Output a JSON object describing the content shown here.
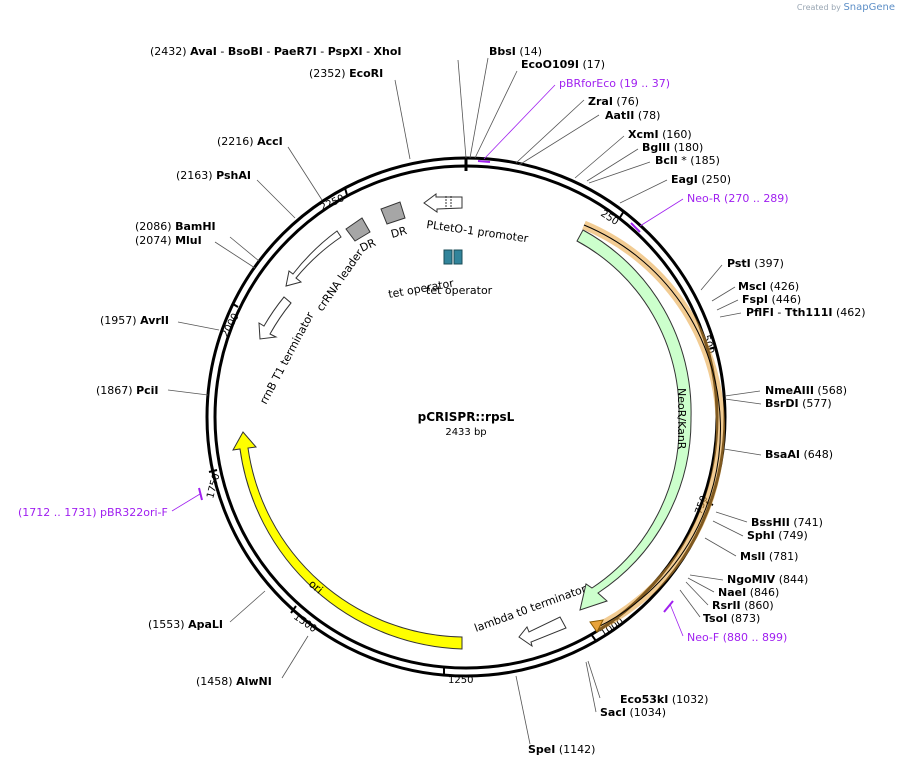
{
  "credit": {
    "prefix": "Created by",
    "brand": "SnapGene"
  },
  "plasmid": {
    "name": "pCRISPR::rpsL",
    "length_label": "2433 bp",
    "length": 2433
  },
  "ticks": [
    "250",
    "500",
    "750",
    "1000",
    "1250",
    "1500",
    "1750",
    "2000",
    "2250"
  ],
  "enzymes": [
    {
      "id": "e1",
      "text": "(2432)  AvaI   - BsoBI   - PaeR7I   - PspXI   - XhoI"
    },
    {
      "id": "e2",
      "text": "(2352)  EcoRI"
    },
    {
      "id": "e3",
      "text": "(2216)  AccI"
    },
    {
      "id": "e4",
      "text": "(2163)  PshAI"
    },
    {
      "id": "e5",
      "text": "(2086)  BamHI"
    },
    {
      "id": "e6",
      "text": "(2074)  MluI"
    },
    {
      "id": "e7",
      "text": "(1957)  AvrII"
    },
    {
      "id": "e8",
      "text": "(1867)  PciI"
    },
    {
      "id": "e9",
      "text": "(1553)  ApaLI"
    },
    {
      "id": "e10",
      "text": "(1458)  AlwNI"
    },
    {
      "id": "e11",
      "text": "BbsI   (14)"
    },
    {
      "id": "e12",
      "text": "EcoO109I   (17)"
    },
    {
      "id": "e13",
      "text": "ZraI   (76)"
    },
    {
      "id": "e14",
      "text": "AatII   (78)"
    },
    {
      "id": "e15",
      "text": "XcmI   (160)"
    },
    {
      "id": "e16",
      "text": "BglII   (180)"
    },
    {
      "id": "e17",
      "text": "BclI *   (185)"
    },
    {
      "id": "e18",
      "text": "EagI   (250)"
    },
    {
      "id": "e19",
      "text": "PstI   (397)"
    },
    {
      "id": "e20",
      "text": "MscI   (426)"
    },
    {
      "id": "e21",
      "text": "FspI   (446)"
    },
    {
      "id": "e22",
      "text": "PflFI   - Tth111I   (462)"
    },
    {
      "id": "e23",
      "text": "NmeAIII   (568)"
    },
    {
      "id": "e24",
      "text": "BsrDI   (577)"
    },
    {
      "id": "e25",
      "text": "BsaAI   (648)"
    },
    {
      "id": "e26",
      "text": "BssHII   (741)"
    },
    {
      "id": "e27",
      "text": "SphI   (749)"
    },
    {
      "id": "e28",
      "text": "MslI   (781)"
    },
    {
      "id": "e29",
      "text": "NgoMIV   (844)"
    },
    {
      "id": "e30",
      "text": "NaeI   (846)"
    },
    {
      "id": "e31",
      "text": "RsrII   (860)"
    },
    {
      "id": "e32",
      "text": "TsoI   (873)"
    },
    {
      "id": "e33",
      "text": "Eco53kI   (1032)"
    },
    {
      "id": "e34",
      "text": "SacI   (1034)"
    },
    {
      "id": "e35",
      "text": "SpeI   (1142)"
    }
  ],
  "primers": [
    {
      "id": "p1",
      "text": "pBRforEco   (19 .. 37)"
    },
    {
      "id": "p2",
      "text": "Neo-R   (270 .. 289)"
    },
    {
      "id": "p3",
      "text": "Neo-F   (880 .. 899)"
    },
    {
      "id": "p4",
      "text": "(1712 .. 1731)  pBR322ori-F"
    }
  ],
  "features": [
    {
      "id": "f1",
      "text": "NeoR/KanR",
      "color": "#ccffcc"
    },
    {
      "id": "f2",
      "text": "lambda t0 terminator",
      "color": "#ffffff"
    },
    {
      "id": "f3",
      "text": "ori",
      "color": "#ffff00"
    },
    {
      "id": "f4",
      "text": "rrnB T1 terminator",
      "color": "#ffffff"
    },
    {
      "id": "f5",
      "text": "crRNA leader",
      "color": "#ffffff"
    },
    {
      "id": "f6",
      "text": "DR",
      "color": "#a6a6a6"
    },
    {
      "id": "f7",
      "text": "DR",
      "color": "#a6a6a6"
    },
    {
      "id": "f8",
      "text": "PLtetO-1 promoter",
      "color": "#ffffff"
    },
    {
      "id": "f9",
      "text": "tet operator",
      "color": "#31849b"
    },
    {
      "id": "f10",
      "text": "tet operator",
      "color": "#31849b"
    }
  ],
  "colors": {
    "primer": "#a020f0",
    "orf_border": "#e8a33a",
    "backbone": "#000000"
  }
}
